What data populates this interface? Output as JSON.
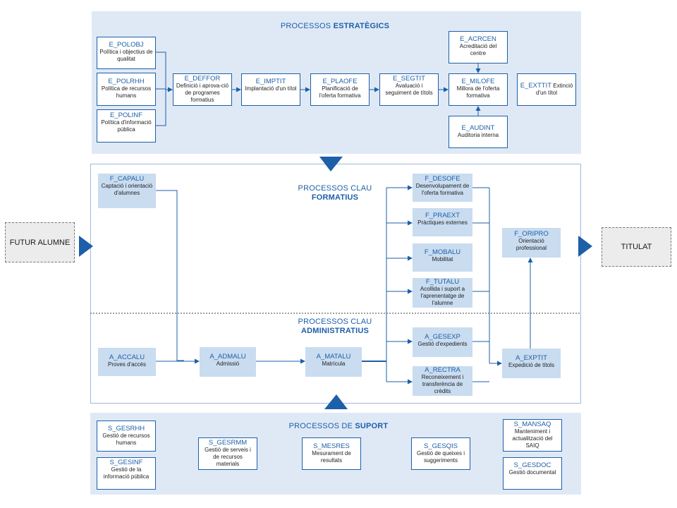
{
  "strategic": {
    "title_prefix": "PROCESSOS ",
    "title_bold": "ESTRATÈGICS",
    "boxes": {
      "polobj": {
        "code": "E_POLOBJ",
        "desc": "Política i objectius de qualitat"
      },
      "polrhh": {
        "code": "E_POLRHH",
        "desc": "Política de recursos humans"
      },
      "polinf": {
        "code": "E_POLINF",
        "desc": "Política d'informació pública"
      },
      "deffor": {
        "code": "E_DEFFOR",
        "desc": "Definició i aprova-ció de programes formatius"
      },
      "imptit": {
        "code": "E_IMPTIT",
        "desc": "Implantació d'un títol"
      },
      "plaofe": {
        "code": "E_PLAOFE",
        "desc": "Planificació de l'oferta formativa"
      },
      "segtit": {
        "code": "E_SEGTIT",
        "desc": "Avaluació i seguiment de títols"
      },
      "acrcen": {
        "code": "E_ACRCEN",
        "desc": "Acreditació del centre"
      },
      "milofe": {
        "code": "E_MILOFE",
        "desc": "Millora de l'oferta formativa"
      },
      "audint": {
        "code": "E_AUDINT",
        "desc": "Auditoria interna"
      },
      "exttit": {
        "code": "E_EXTTIT",
        "desc": "Extinció d'un títol"
      }
    }
  },
  "key": {
    "formatius_title_line1": "PROCESSOS CLAU",
    "formatius_title_line2": "FORMATIUS",
    "admin_title_line1": "PROCESSOS CLAU",
    "admin_title_line2": "ADMINISTRATIUS",
    "boxes": {
      "capalu": {
        "code": "F_CAPALU",
        "desc": "Captació i orientació d'alumnes"
      },
      "desofe": {
        "code": "F_DESOFE",
        "desc": "Desenvolupament de l'oferta formativa"
      },
      "praext": {
        "code": "F_PRAEXT",
        "desc": "Pràctiques externes"
      },
      "mobalu": {
        "code": "F_MOBALU",
        "desc": "Mobilitat"
      },
      "tutalu": {
        "code": "F_TUTALU",
        "desc": "Acollida i suport a l'aprenentatge de l'alumne"
      },
      "oripro": {
        "code": "F_ORIPRO",
        "desc": "Orientació professional"
      },
      "accalu": {
        "code": "A_ACCALU",
        "desc": "Proves d'accés"
      },
      "admalu": {
        "code": "A_ADMALU",
        "desc": "Admissió"
      },
      "matalu": {
        "code": "A_MATALU",
        "desc": "Matrícula"
      },
      "gesexp": {
        "code": "A_GESEXP",
        "desc": "Gestió d'expedients"
      },
      "rectra": {
        "code": "A_RECTRA",
        "desc": "Reconeixement i transferència de crèdits"
      },
      "exptit": {
        "code": "A_EXPTIT",
        "desc": "Expedició de títols"
      }
    }
  },
  "support": {
    "title_prefix": "PROCESSOS DE ",
    "title_bold": "SUPORT",
    "boxes": {
      "gesrhh": {
        "code": "S_GESRHH",
        "desc": "Gestió de recursos humans"
      },
      "gesinf": {
        "code": "S_GESINF",
        "desc": "Gestió de la informació pública"
      },
      "gesrmm": {
        "code": "S_GESRMM",
        "desc": "Gestió de serveis i de recursos materials"
      },
      "mesres": {
        "code": "S_MESRES",
        "desc": "Mesurament de resultats"
      },
      "gesqis": {
        "code": "S_GESQIS",
        "desc": "Gestió de queixes i suggeriments"
      },
      "mansaq": {
        "code": "S_MANSAQ",
        "desc": "Manteniment i actualització del SAIQ"
      },
      "gesdoc": {
        "code": "S_GESDOC",
        "desc": "Gestió documental"
      }
    }
  },
  "endpoints": {
    "start": "FUTUR ALUMNE",
    "end": "TITULAT"
  },
  "colors": {
    "accent": "#1d5fa8",
    "band": "#dfe9f6",
    "formative_fill": "#c9dcf0"
  }
}
